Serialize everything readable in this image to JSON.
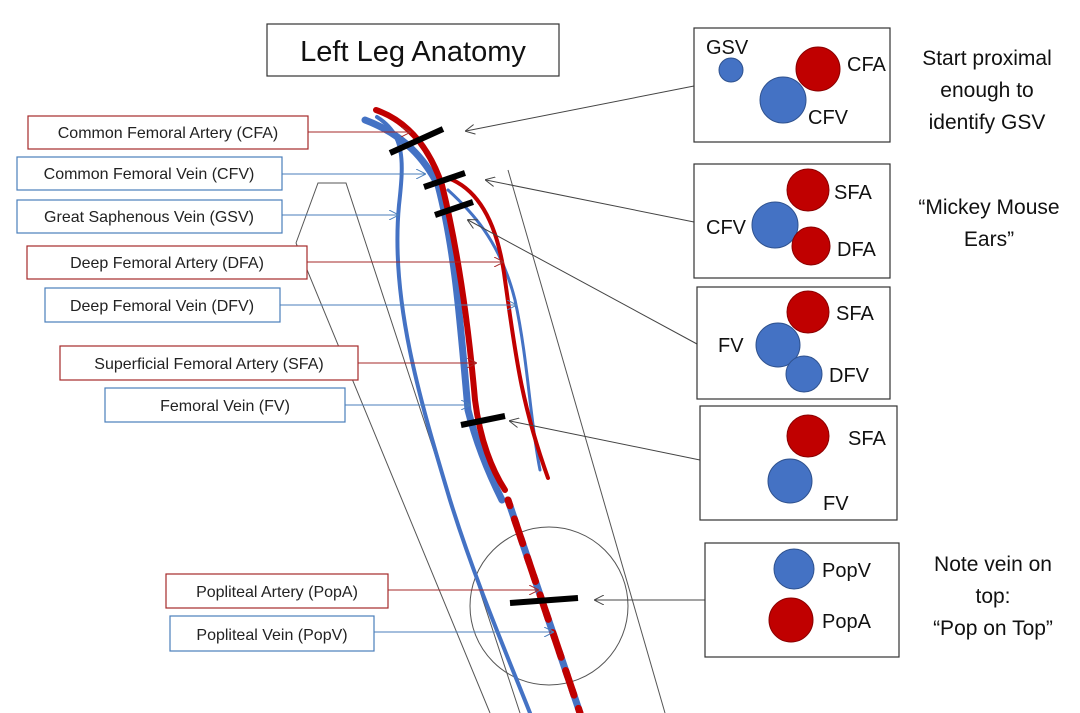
{
  "title": "Left Leg Anatomy",
  "colors": {
    "artery": "#c00000",
    "vein": "#4472c4",
    "artery_box": "#a52a2a",
    "vein_box": "#4a7ebb",
    "line": "#333333"
  },
  "labels": {
    "cfa": "Common Femoral Artery (CFA)",
    "cfv": "Common Femoral Vein (CFV)",
    "gsv": "Great Saphenous Vein (GSV)",
    "dfa": "Deep Femoral Artery (DFA)",
    "dfv": "Deep Femoral Vein (DFV)",
    "sfa": "Superficial Femoral Artery (SFA)",
    "fv": "Femoral Vein (FV)",
    "popa": "Popliteal Artery (PopA)",
    "popv": "Popliteal Vein (PopV)"
  },
  "panels": {
    "p1": {
      "gsv": "GSV",
      "cfa": "CFA",
      "cfv": "CFV"
    },
    "p2": {
      "sfa": "SFA",
      "cfv": "CFV",
      "dfa": "DFA"
    },
    "p3": {
      "sfa": "SFA",
      "fv": "FV",
      "dfv": "DFV"
    },
    "p4": {
      "sfa": "SFA",
      "fv": "FV"
    },
    "p5": {
      "popv": "PopV",
      "popa": "PopA"
    }
  },
  "notes": {
    "n1": [
      "Start proximal",
      "enough to",
      "identify GSV"
    ],
    "n2": [
      "“Mickey Mouse",
      "Ears”"
    ],
    "n3": [
      "Note vein on",
      "top:",
      "“Pop on Top”"
    ]
  }
}
